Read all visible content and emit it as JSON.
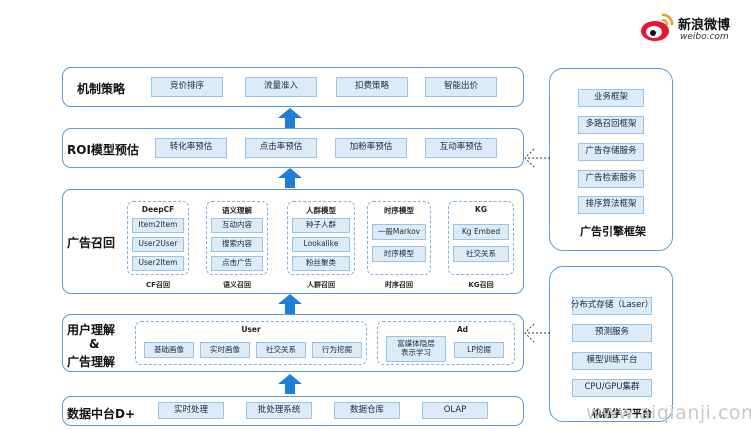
{
  "logo": {
    "brand_cn": "新浪微博",
    "brand_en": "weibo.com"
  },
  "layers": {
    "strategy": {
      "title": "机制策略",
      "items": [
        "竞价排序",
        "流量准入",
        "扣费策略",
        "智能出价"
      ]
    },
    "roi": {
      "title": "ROI模型预估",
      "items": [
        "转化率预估",
        "点击率预估",
        "加粉率预估",
        "互动率预估"
      ]
    },
    "recall": {
      "title": "广告召回",
      "groups": [
        {
          "title": "DeepCF",
          "items": [
            "Item2Item",
            "User2User",
            "User2Item"
          ],
          "caption": "CF召回"
        },
        {
          "title": "语义理解",
          "items": [
            "互动内容",
            "搜索内容",
            "点击广告"
          ],
          "caption": "语义召回"
        },
        {
          "title": "人群模型",
          "items": [
            "种子人群",
            "Lookalike",
            "粉丝聚类"
          ],
          "caption": "人群召回"
        },
        {
          "title": "时序模型",
          "items": [
            "一般Markov",
            "时序模型"
          ],
          "caption": "时序召回"
        },
        {
          "title": "KG",
          "items": [
            "Kg Embed",
            "社交关系"
          ],
          "caption": "KG召回"
        }
      ]
    },
    "understanding": {
      "title_line1": "用户理解",
      "title_amp": "&",
      "title_line2": "广告理解",
      "user_group": {
        "title": "User",
        "items": [
          "基础画像",
          "实时画像",
          "社交关系",
          "行为挖掘"
        ]
      },
      "ad_group": {
        "title": "Ad",
        "items": [
          "富媒体隐层\n表示学习",
          "LP挖掘"
        ]
      }
    },
    "data": {
      "title": "数据中台D+",
      "items": [
        "实时处理",
        "批处理系统",
        "数据仓库",
        "OLAP"
      ]
    }
  },
  "engine_panel": {
    "title": "广告引擎框架",
    "items": [
      "业务框架",
      "多路召回框架",
      "广告存储服务",
      "广告检索服务",
      "排序算法框架"
    ]
  },
  "ml_panel": {
    "title": "机器学习平台",
    "items": [
      "分布式存储（Laser）",
      "预测服务",
      "模型训练平台",
      "CPU/GPU集群"
    ]
  },
  "watermark": "www.aiqianji.com",
  "colors": {
    "border": "#5b9bd5",
    "chip_fill": "#dcebf8",
    "arrow": "#1f7fd6"
  }
}
